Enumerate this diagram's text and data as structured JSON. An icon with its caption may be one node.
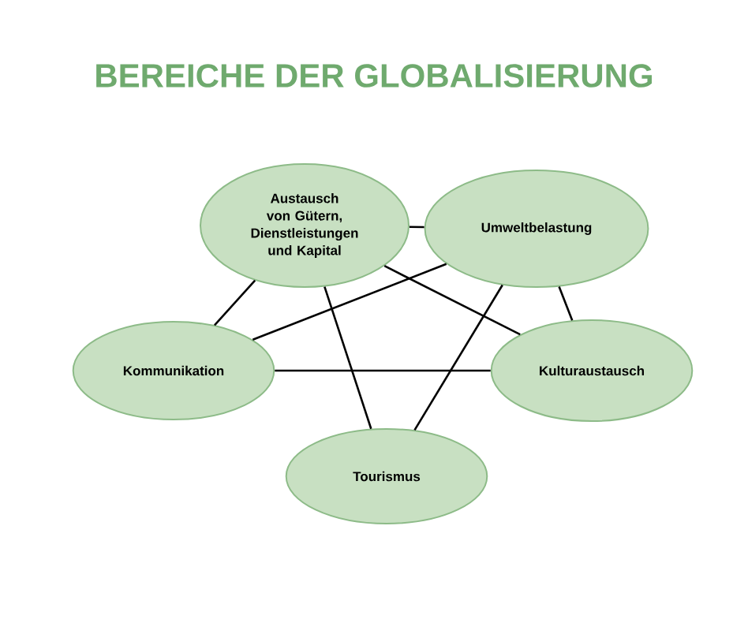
{
  "diagram": {
    "title": "BEREICHE DER GLOBALISIERUNG",
    "nodes": [
      {
        "text": [
          "Austausch von Gütern, Dienstleistungen und Kapital"
        ]
      },
      {
        "text": [
          "Umweltbelastung"
        ]
      },
      {
        "text": [
          "Kommunikation"
        ]
      },
      {
        "text": [
          "Kulturaustausch"
        ]
      },
      {
        "text": [
          "Tourismus"
        ]
      }
    ],
    "edges": [
      {
        "from": 0,
        "to": 1,
        "arrow": "none"
      },
      {
        "from": 0,
        "to": 2,
        "arrow": "none"
      },
      {
        "from": 0,
        "to": 3,
        "arrow": "none"
      },
      {
        "from": 0,
        "to": 4,
        "arrow": "none"
      },
      {
        "from": 1,
        "to": 2,
        "arrow": "none"
      },
      {
        "from": 1,
        "to": 3,
        "arrow": "none"
      },
      {
        "from": 1,
        "to": 4,
        "arrow": "none"
      },
      {
        "from": 2,
        "to": 3,
        "arrow": "none"
      }
    ]
  }
}
